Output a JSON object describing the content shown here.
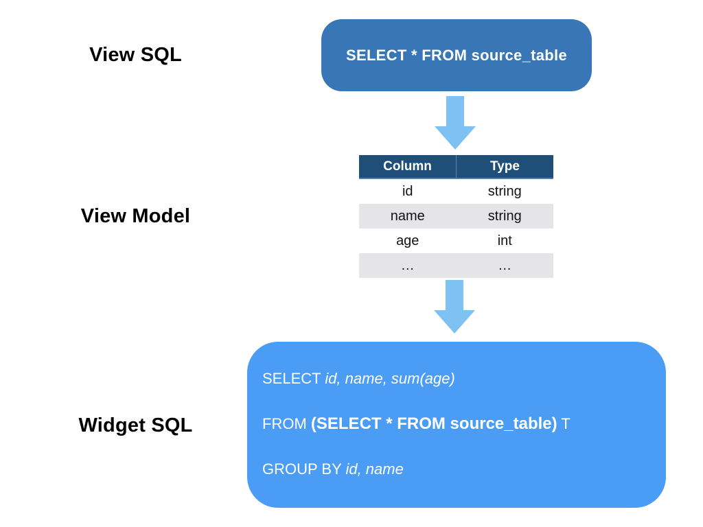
{
  "labels": {
    "view_sql": "View SQL",
    "view_model": "View Model",
    "widget_sql": "Widget SQL"
  },
  "view_sql_box": {
    "text": "SELECT * FROM source_table"
  },
  "view_model_table": {
    "headers": [
      "Column",
      "Type"
    ],
    "rows": [
      [
        "id",
        "string"
      ],
      [
        "name",
        "string"
      ],
      [
        "age",
        "int"
      ],
      [
        "…",
        "…"
      ]
    ]
  },
  "widget_sql_box": {
    "line1": {
      "keyword": "SELECT ",
      "fields": "id, name, sum(age)"
    },
    "line2": {
      "keyword": "FROM ",
      "subquery": "(SELECT * FROM source_table)",
      "alias": " T"
    },
    "line3": {
      "keyword": "GROUP BY ",
      "fields": "id, name"
    }
  },
  "colors": {
    "view_sql_box_bg": "#3876b5",
    "table_header_bg": "#1f4e79",
    "table_alt_row_bg": "#e5e5e8",
    "widget_sql_box_bg": "#4a9cf4",
    "arrow": "#7ec1f3",
    "text_on_blue": "#ffffff",
    "label_text": "#000000"
  }
}
